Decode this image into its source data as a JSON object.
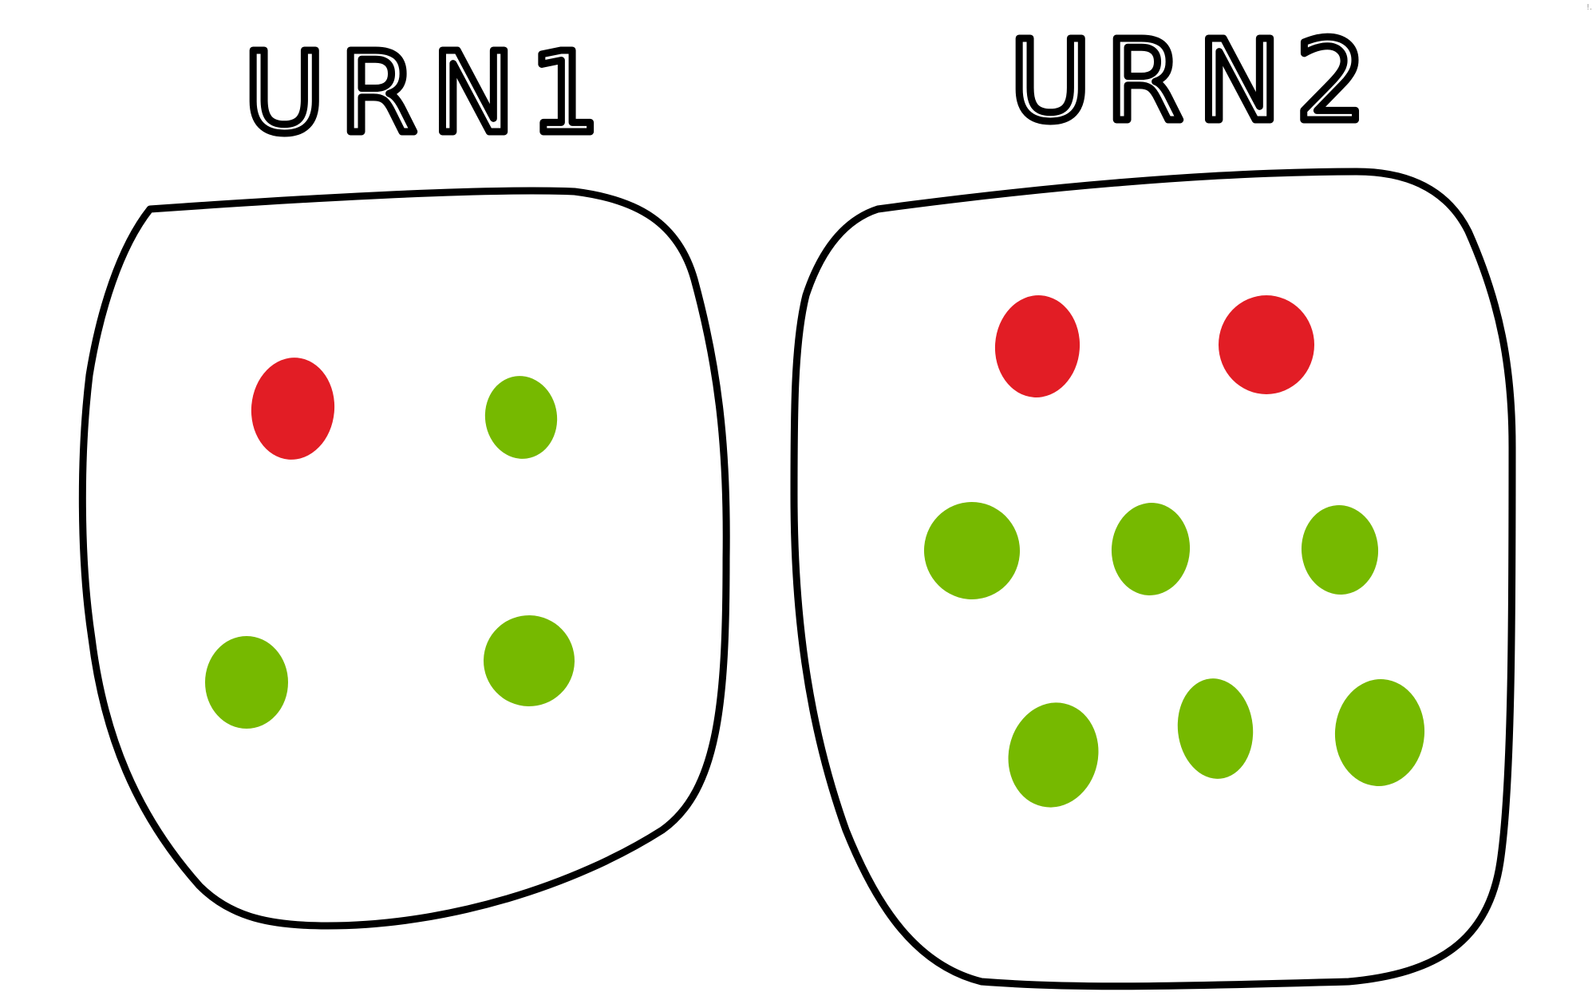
{
  "urns": [
    {
      "label": "URN1",
      "balls": [
        {
          "color": "red"
        },
        {
          "color": "green"
        },
        {
          "color": "green"
        },
        {
          "color": "green"
        }
      ]
    },
    {
      "label": "URN2",
      "balls": [
        {
          "color": "red"
        },
        {
          "color": "red"
        },
        {
          "color": "green"
        },
        {
          "color": "green"
        },
        {
          "color": "green"
        },
        {
          "color": "green"
        },
        {
          "color": "green"
        },
        {
          "color": "green"
        }
      ]
    }
  ],
  "colors": {
    "red": "#e21d25",
    "green": "#76b900",
    "outline": "#000000",
    "background": "#ffffff"
  }
}
